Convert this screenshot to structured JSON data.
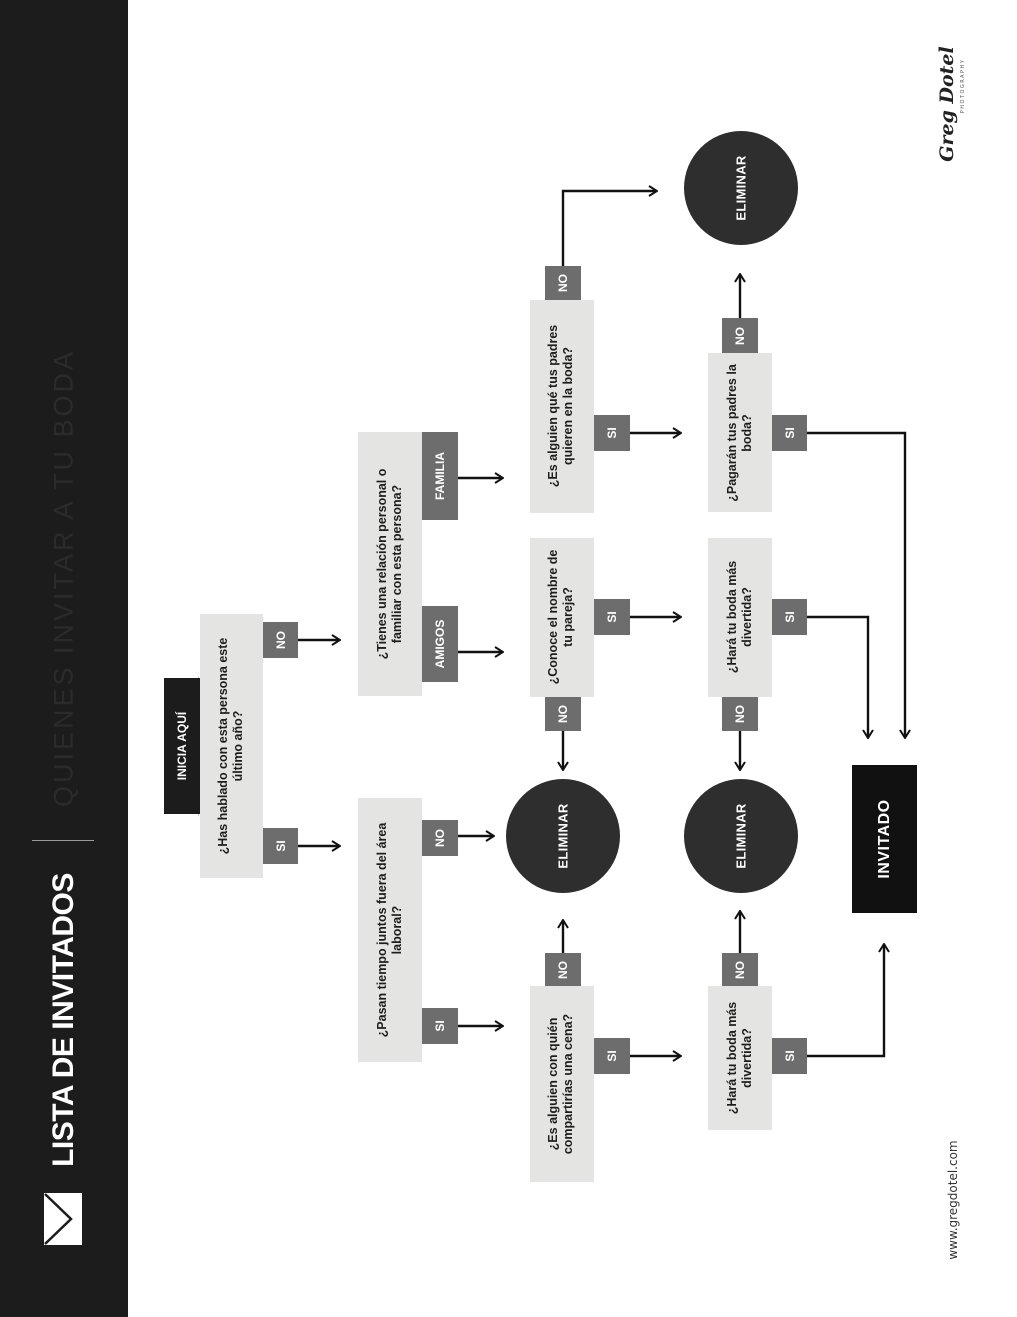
{
  "header": {
    "title": "LISTA DE INVITADOS",
    "subtitle": "QUIENES INVITAR A TU BODA",
    "icon": "envelope-icon"
  },
  "brand": {
    "logo": "Greg Dotel",
    "logo_sub": "PHOTOGRAPHY",
    "website": "www.gregdotel.com"
  },
  "flowchart": {
    "start_label": "INICIA AQUÍ",
    "questions": {
      "q1": "¿Has hablado con esta persona este último año?",
      "q2": "¿Pasan tiempo juntos fuera del área laboral?",
      "q3": "¿Tienes una relación personal o familiar con esta persona?",
      "q4": "¿Es alguien con quién compartirías una cena?",
      "q5": "¿Conoce el nombre de tu pareja?",
      "q6": "¿Es alguien qué tus padres quieren en la boda?",
      "q7": "¿Hará tu boda más divertida?",
      "q8": "¿Hará tu boda más divertida?",
      "q9": "¿Pagarán tus padres la boda?"
    },
    "labels": {
      "yes": "SI",
      "no": "NO",
      "friends": "AMIGOS",
      "family": "FAMILIA"
    },
    "outcomes": {
      "eliminate": "ELIMINAR",
      "invite": "INVITADO"
    }
  },
  "colors": {
    "sidebar": "#1c1c1c",
    "question_box": "#e4e4e2",
    "label_box": "#6d6d6d",
    "eliminate_circle": "#2e2e2e",
    "invite_box": "#111111"
  }
}
